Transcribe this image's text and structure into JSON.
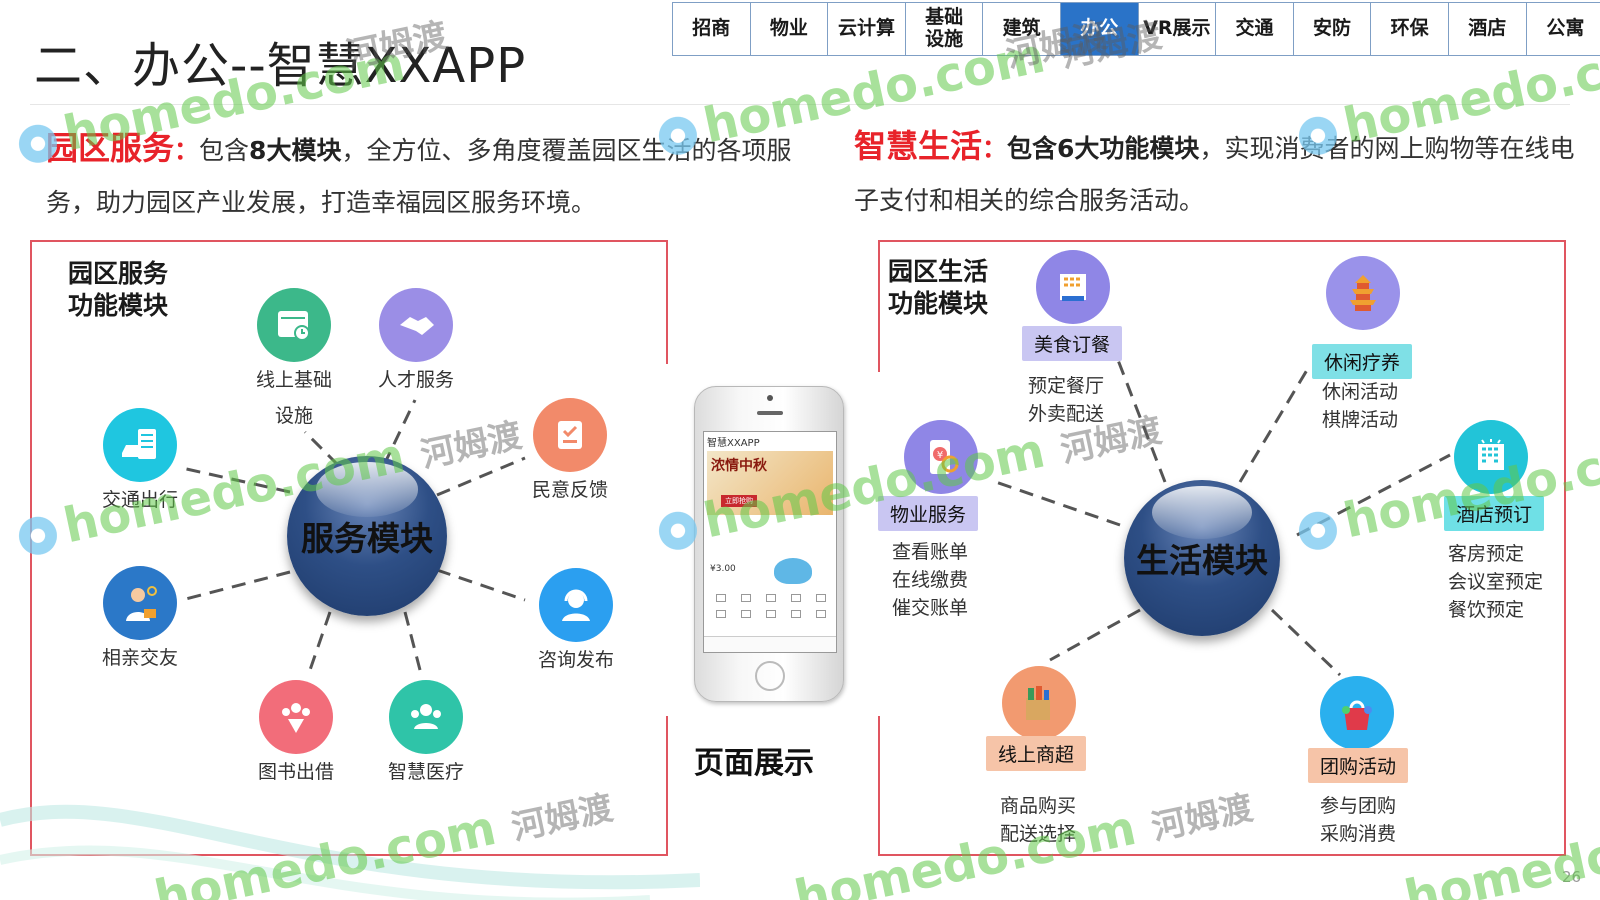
{
  "title": "二、办公--智慧XXAPP",
  "nav": {
    "tabs": [
      {
        "label": "招商"
      },
      {
        "label": "物业"
      },
      {
        "label": "云计算"
      },
      {
        "label": "基础\n设施"
      },
      {
        "label": "建筑"
      },
      {
        "label": "办公",
        "active": true
      },
      {
        "label": "VR展示"
      },
      {
        "label": "交通"
      },
      {
        "label": "安防"
      },
      {
        "label": "环保"
      },
      {
        "label": "酒店"
      },
      {
        "label": "公寓"
      }
    ],
    "active_color": "#2a73c8"
  },
  "intro_left": {
    "heading": "园区服务",
    "colon": "：",
    "pre": "包含",
    "bold": "8大模块",
    "text": "，全方位、多角度覆盖园区生活的各项服务，助力园区产业发展，打造幸福园区服务环境。"
  },
  "intro_right": {
    "heading": "智慧生活",
    "colon": "：",
    "bold": "包含6大功能模块",
    "text": "，实现消费者的网上购物等在线电子支付和相关的综合服务活动。"
  },
  "service": {
    "heading": "园区服务\n功能模块",
    "hub_label": "服务模块",
    "nodes": [
      {
        "label": "线上基础\n设施",
        "icon": "infrastructure-icon",
        "color": "#3cb88a"
      },
      {
        "label": "人才服务",
        "icon": "handshake-icon",
        "color": "#9b8ee6"
      },
      {
        "label": "民意反馈",
        "icon": "feedback-icon",
        "color": "#f28a6a"
      },
      {
        "label": "咨询发布",
        "icon": "headset-user-icon",
        "color": "#2b9ff0"
      },
      {
        "label": "智慧医疗",
        "icon": "medical-group-icon",
        "color": "#2fc4a8"
      },
      {
        "label": "图书出借",
        "icon": "library-group-icon",
        "color": "#f26d7a"
      },
      {
        "label": "相亲交友",
        "icon": "businessman-icon",
        "color": "#2b78c8"
      },
      {
        "label": "交通出行",
        "icon": "traffic-icon",
        "color": "#1fc6e0"
      }
    ]
  },
  "life": {
    "heading": "园区生活\n功能模块",
    "hub_label": "生活模块",
    "modules": [
      {
        "tag": "美食订餐",
        "desc": "预定餐厅\n外卖配送",
        "icon": "hotel-building-icon",
        "icon_color": "#8f86e6",
        "tag_color": "#c9c6f2"
      },
      {
        "tag": "休闲疗养",
        "desc": "休闲活动\n棋牌活动",
        "icon": "pagoda-icon",
        "icon_color": "#9a92ea",
        "tag_color": "#7fe0e6"
      },
      {
        "tag": "物业服务",
        "desc": "查看账单\n在线缴费\n催交账单",
        "icon": "payment-phone-icon",
        "icon_color": "#8f86e6",
        "tag_color": "#c9c6f2"
      },
      {
        "tag": "酒店预订",
        "desc": "客房预定\n会议室预定\n餐饮预定",
        "icon": "hotel-icon",
        "icon_color": "#22c4d8",
        "tag_color": "#6fe0e6"
      },
      {
        "tag": "线上商超",
        "desc": "商品购买\n配送选择",
        "icon": "grocery-bag-icon",
        "icon_color": "#f29a70",
        "tag_color": "#f6c4a8"
      },
      {
        "tag": "团购活动",
        "desc": "参与团购\n采购消费",
        "icon": "shopping-bag-icon",
        "icon_color": "#2ab0ee",
        "tag_color": "#f6c4a8"
      }
    ]
  },
  "phone": {
    "app_title": "智慧XXAPP",
    "banner_text": "浓情中秋",
    "banner_button": "立即抢购",
    "price": "¥3.00"
  },
  "page_display_label": "页面展示",
  "page_number": "26",
  "watermarks": {
    "brand": "homedo",
    "domain": ".com",
    "cn": "河姆渡"
  }
}
